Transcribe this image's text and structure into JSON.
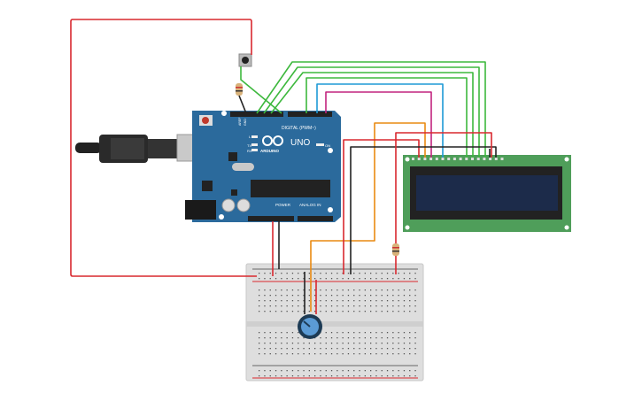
{
  "arduino": {
    "model": "UNO",
    "brand": "ARDUINO",
    "digital_label": "DIGITAL (PWM~)",
    "power_label": "POWER",
    "analog_label": "ANALOG IN",
    "led_l": "L",
    "led_tx": "TX",
    "led_rx": "RX",
    "led_on": "ON",
    "aref": "AREF",
    "gnd": "GND"
  },
  "colors": {
    "board": "#2b6a9c",
    "lcd_pcb": "#4f9e5a",
    "lcd_screen": "#1c2b4a",
    "wire_red": "#d9282f",
    "wire_green": "#3db83d",
    "wire_blue": "#1e9ad6",
    "wire_magenta": "#c2247f",
    "wire_orange": "#e98a12",
    "wire_black": "#222222",
    "breadboard": "#dcdcdc"
  }
}
